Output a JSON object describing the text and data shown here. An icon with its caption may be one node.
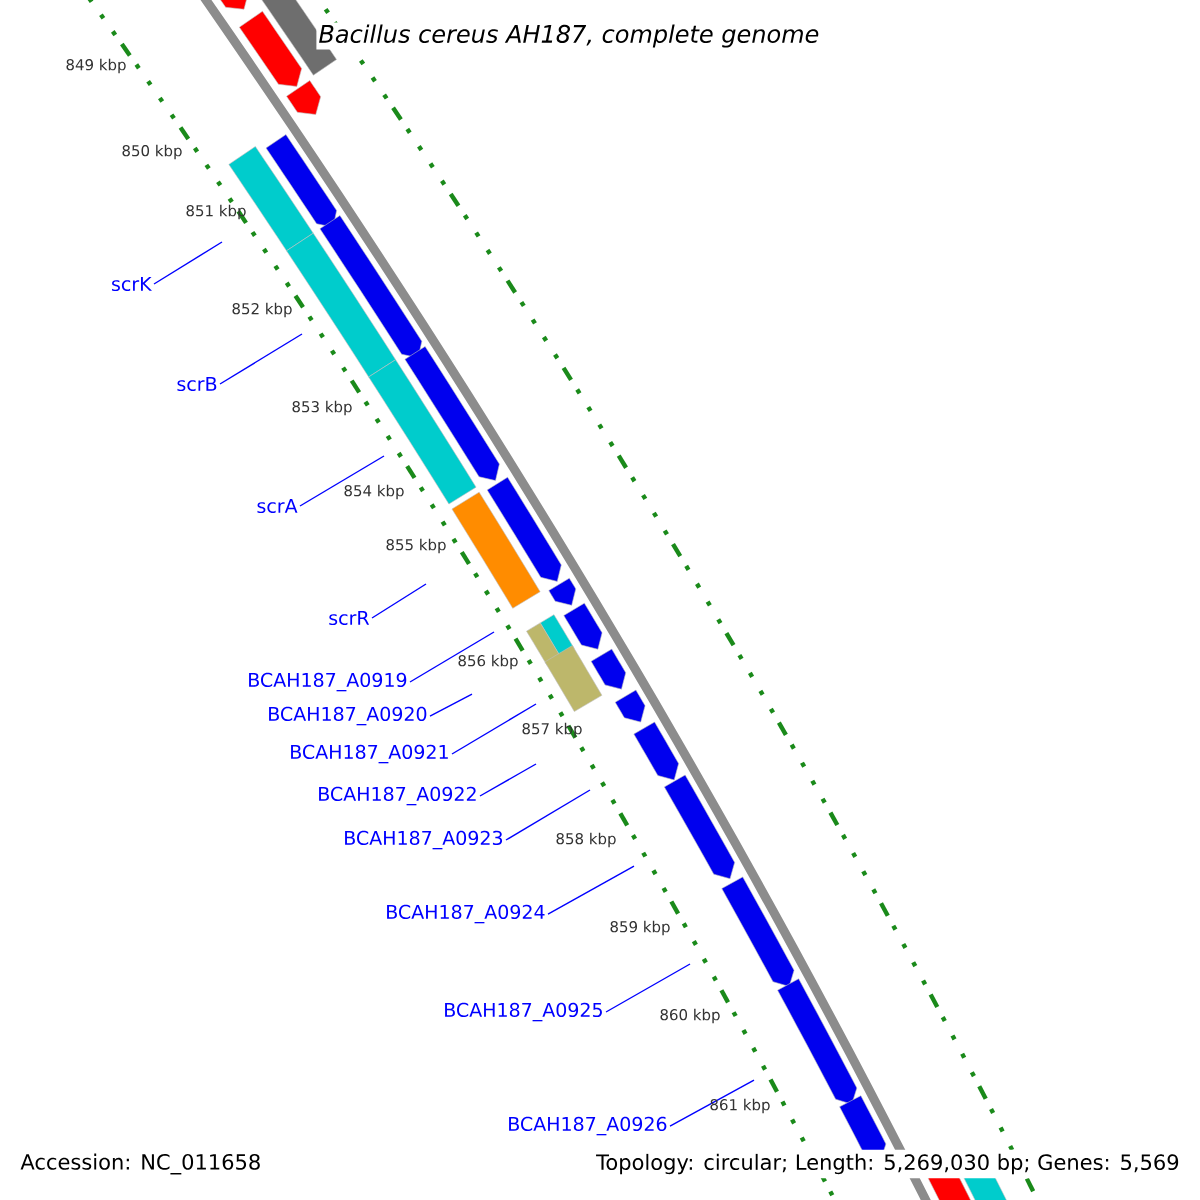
{
  "diagram": {
    "title": "Bacillus cereus AH187, complete genome",
    "nodes": [
      {
        "text": [
          "scrK"
        ]
      },
      {
        "text": [
          "scrB"
        ]
      },
      {
        "text": [
          "scrA"
        ]
      },
      {
        "text": [
          "scrR"
        ]
      },
      {
        "text": [
          "BCAH187_A0919"
        ]
      },
      {
        "text": [
          "BCAH187_A0920"
        ]
      },
      {
        "text": [
          "BCAH187_A0921"
        ]
      },
      {
        "text": [
          "BCAH187_A0922"
        ]
      },
      {
        "text": [
          "BCAH187_A0923"
        ]
      },
      {
        "text": [
          "BCAH187_A0924"
        ]
      },
      {
        "text": [
          "BCAH187_A0925"
        ]
      },
      {
        "text": [
          "BCAH187_A0926"
        ]
      }
    ],
    "edges": [
      {
        "from": 0,
        "to": null,
        "arrow": "none"
      },
      {
        "from": 1,
        "to": null,
        "arrow": "none"
      },
      {
        "from": 2,
        "to": null,
        "arrow": "none"
      },
      {
        "from": 3,
        "to": null,
        "arrow": "none"
      },
      {
        "from": 4,
        "to": null,
        "arrow": "none"
      },
      {
        "from": 5,
        "to": null,
        "arrow": "none"
      },
      {
        "from": 6,
        "to": null,
        "arrow": "none"
      },
      {
        "from": 7,
        "to": null,
        "arrow": "none"
      },
      {
        "from": 8,
        "to": null,
        "arrow": "none"
      },
      {
        "from": 9,
        "to": null,
        "arrow": "none"
      },
      {
        "from": 10,
        "to": null,
        "arrow": "none"
      },
      {
        "from": 11,
        "to": null,
        "arrow": "none"
      }
    ],
    "labels": [
      "849 kbp",
      "850 kbp",
      "851 kbp",
      "852 kbp",
      "853 kbp",
      "854 kbp",
      "855 kbp",
      "856 kbp",
      "857 kbp",
      "858 kbp",
      "859 kbp",
      "860 kbp",
      "861 kbp",
      "Accession: NC_011658",
      "Topology: circular; Length: 5,269,030 bp; Genes: 5,569"
    ]
  }
}
